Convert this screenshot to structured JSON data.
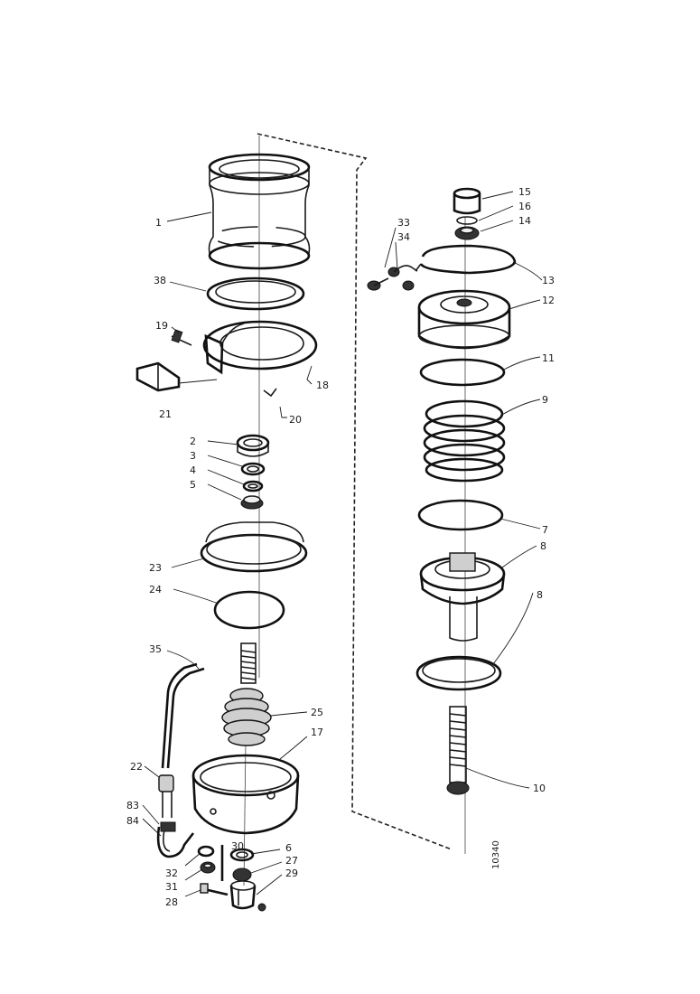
{
  "drawing_number": "10340",
  "labels": [
    {
      "text": "1",
      "name": "callout-1"
    },
    {
      "text": "38",
      "name": "callout-38"
    },
    {
      "text": "19",
      "name": "callout-19"
    },
    {
      "text": "18",
      "name": "callout-18"
    },
    {
      "text": "20",
      "name": "callout-20"
    },
    {
      "text": "21",
      "name": "callout-21"
    },
    {
      "text": "2",
      "name": "callout-2"
    },
    {
      "text": "3",
      "name": "callout-3"
    },
    {
      "text": "4",
      "name": "callout-4"
    },
    {
      "text": "5",
      "name": "callout-5"
    },
    {
      "text": "23",
      "name": "callout-23"
    },
    {
      "text": "24",
      "name": "callout-24"
    },
    {
      "text": "35",
      "name": "callout-35"
    },
    {
      "text": "25",
      "name": "callout-25"
    },
    {
      "text": "17",
      "name": "callout-17"
    },
    {
      "text": "22",
      "name": "callout-22"
    },
    {
      "text": "83",
      "name": "callout-83"
    },
    {
      "text": "84",
      "name": "callout-84"
    },
    {
      "text": "32",
      "name": "callout-32"
    },
    {
      "text": "31",
      "name": "callout-31"
    },
    {
      "text": "28",
      "name": "callout-28"
    },
    {
      "text": "30",
      "name": "callout-30"
    },
    {
      "text": "6",
      "name": "callout-6"
    },
    {
      "text": "27",
      "name": "callout-27"
    },
    {
      "text": "29",
      "name": "callout-29"
    },
    {
      "text": "33",
      "name": "callout-33"
    },
    {
      "text": "34",
      "name": "callout-34"
    },
    {
      "text": "15",
      "name": "callout-15"
    },
    {
      "text": "16",
      "name": "callout-16"
    },
    {
      "text": "14",
      "name": "callout-14"
    },
    {
      "text": "13",
      "name": "callout-13"
    },
    {
      "text": "12",
      "name": "callout-12"
    },
    {
      "text": "11",
      "name": "callout-11"
    },
    {
      "text": "9",
      "name": "callout-9"
    },
    {
      "text": "7",
      "name": "callout-7"
    },
    {
      "text": "8",
      "name": "callout-8"
    },
    {
      "text": "8",
      "name": "callout-8b"
    },
    {
      "text": "10",
      "name": "callout-10"
    }
  ]
}
